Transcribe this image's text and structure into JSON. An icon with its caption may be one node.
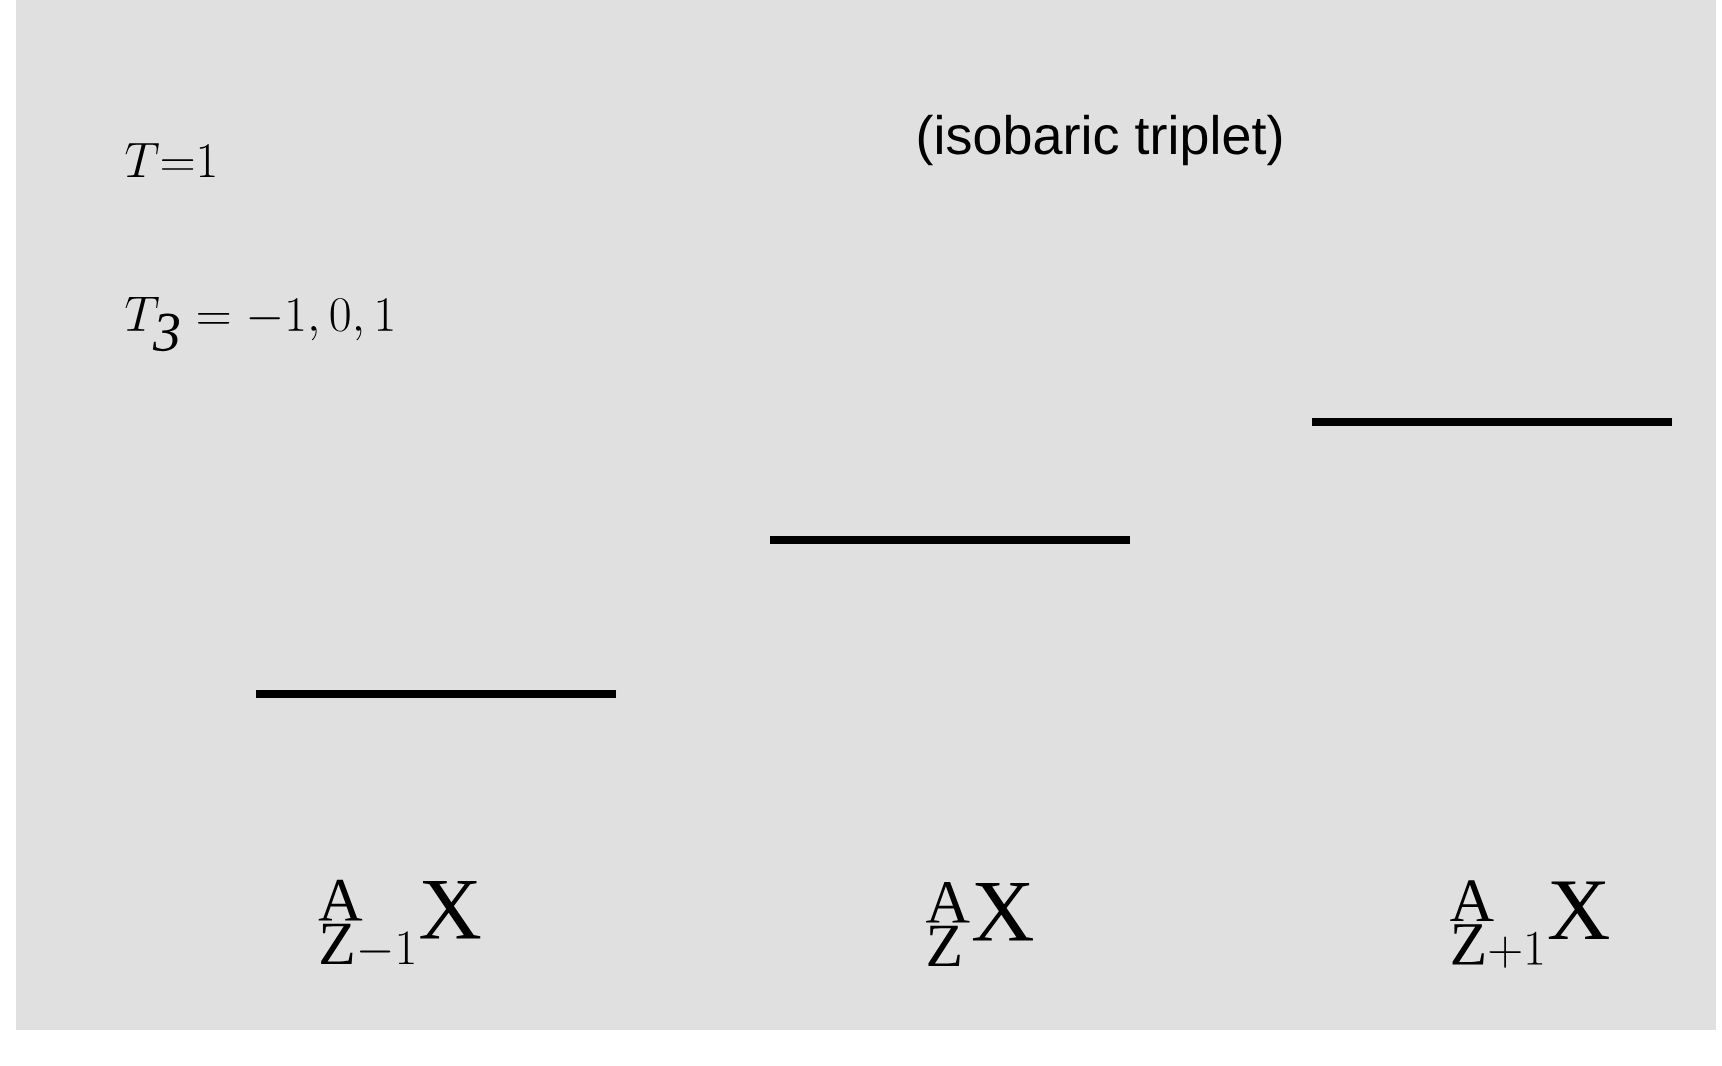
{
  "diagram": {
    "nodes": [
      {
        "text": [],
        "shape": "bar"
      },
      {
        "text": [],
        "shape": "bar"
      },
      {
        "text": [],
        "shape": "bar"
      }
    ],
    "labels": [
      "T{=}1",
      "(isobaric triplet)",
      "T_{\\mathit{3}} = -1,0,1",
      "{}^{\\mathrm{A}}_{\\mathrm{Z}-1}\\mathrm{X}",
      "{}^{\\mathrm{A}}_{\\mathrm{Z}}\\mathrm{X}",
      "{}^{\\mathrm{A}}_{\\mathrm{Z}+1}\\mathrm{X}"
    ]
  }
}
